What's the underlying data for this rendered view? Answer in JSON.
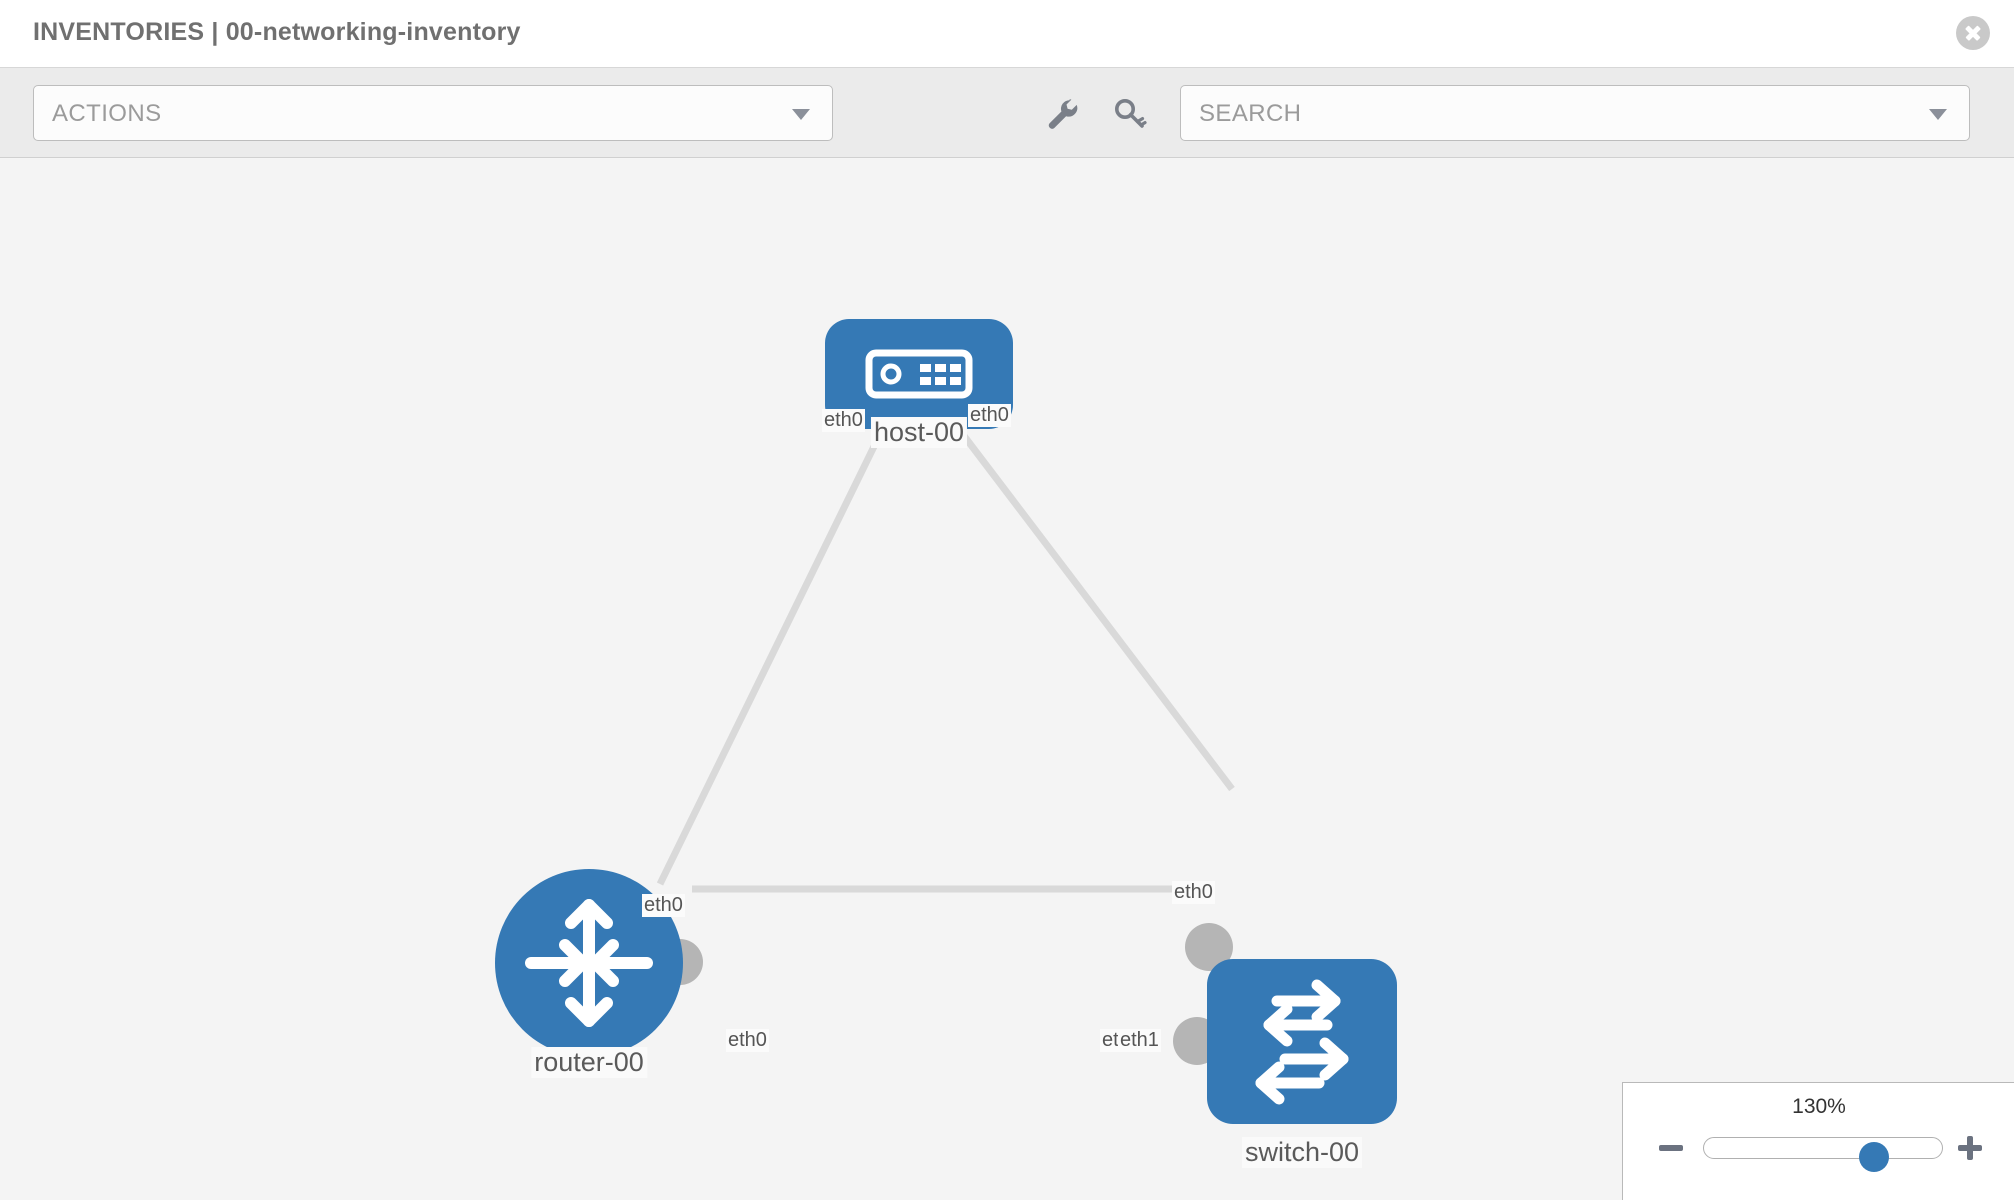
{
  "header": {
    "title": "INVENTORIES | 00-networking-inventory",
    "close_icon": "close-icon"
  },
  "toolbar": {
    "actions_label": "ACTIONS",
    "actions_caret": "chevron-down-icon",
    "wrench_icon": "wrench-icon",
    "key_icon": "key-icon",
    "search_placeholder": "SEARCH",
    "search_caret": "chevron-down-icon"
  },
  "topology": {
    "accent_color": "#3579b5",
    "edge_color": "#d9d9d9",
    "handle_color": "#b5b5b5",
    "nodes": [
      {
        "id": "host-00",
        "label": "host-00",
        "type": "host",
        "icon": "server-icon"
      },
      {
        "id": "router-00",
        "label": "router-00",
        "type": "router",
        "icon": "router-arrows-icon"
      },
      {
        "id": "switch-00",
        "label": "switch-00",
        "type": "switch",
        "icon": "switch-arrows-icon"
      }
    ],
    "links": [
      {
        "from": "host-00",
        "from_port": "eth0",
        "to": "router-00",
        "to_port": "eth0"
      },
      {
        "from": "host-00",
        "from_port": "eth0",
        "to": "switch-00",
        "to_port": "eth0"
      },
      {
        "from": "router-00",
        "from_port": "eth0",
        "to": "switch-00",
        "to_port": "eth1"
      }
    ],
    "port_labels": {
      "host_left": "eth0",
      "host_right": "eth0",
      "router_up": "eth0",
      "switch_up": "eth0",
      "router_right": "eth0",
      "switch_left_a": "eth0",
      "switch_left_b": "eth1"
    }
  },
  "zoom_control": {
    "value": "130%",
    "minus_icon": "minus-icon",
    "plus_icon": "plus-icon"
  }
}
